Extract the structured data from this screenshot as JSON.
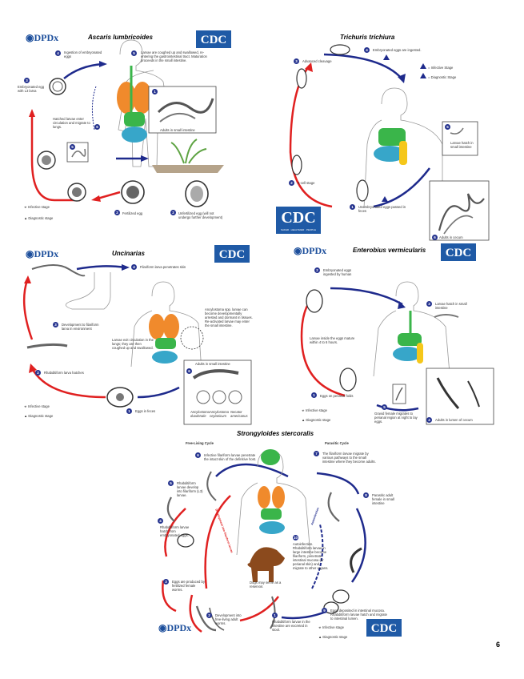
{
  "page_number": "6",
  "brand": {
    "dpdx": "DPDx",
    "cdc": "CDC",
    "cdc_tag": "SAFER · HEALTHIER · PEOPLE"
  },
  "legend": {
    "infective": "Infective stage",
    "diagnostic": "Diagnostic stage",
    "infective_eq": "= Infective Stage",
    "diagnostic_eq": "= Diagnostic Stage"
  },
  "ascaris": {
    "title": "Ascaris lumbricoides",
    "s4": "Ingestion of embryonated eggs",
    "s5": "Larvae are coughed up and swallowed, re-entering the gastrointestinal tract. Maturation proceeds in the small intestine.",
    "s3": "Embryonated egg with L3 larva",
    "s6": "Hatched larvae enter circulation and migrate to lungs.",
    "s1": "Adults in small intestine",
    "s2": "Fertilized egg",
    "s2u": "Unfertilized egg (will not undergo further development)"
  },
  "trichuris": {
    "title": "Trichuris trichiura",
    "s4": "Embryonated eggs are ingested.",
    "s3": "Advanced cleavage",
    "s5": "Larvae hatch in small intestine",
    "s2": "2-cell stage",
    "s1": "Unembryonated eggs passed in feces",
    "s6": "Adults in cecum"
  },
  "uncinarias": {
    "title": "Uncinarias",
    "s4": "Filariform larva penetrates skin",
    "s3": "Development to filariform larva in environment",
    "s5": "Larvae exit circulation in the lungs; they are then coughed up and swallowed.",
    "note": "Ancylostoma spp. larvae can become developmentally arrested and dormant in tissues. Re-activated larvae may enter the small intestine.",
    "s6": "Adults in small intestine",
    "s2": "Rhabditiform larva hatches",
    "s1": "Eggs in feces",
    "sp1": "Ancylostoma duodenale",
    "sp2": "Ancylostoma ceylanicum",
    "sp3": "Necator americanus"
  },
  "enterobius": {
    "title": "Enterobius vermicularis",
    "s2": "Embryonated eggs ingested by human",
    "s3": "Larvae hatch in small intestine",
    "s6": "Larvae inside the eggs mature within 4 to 6 hours.",
    "s1": "Eggs on perianal folds",
    "s5": "Gravid female migrates to perianal region at night to lay eggs.",
    "s4": "Adults in lumen of cecum"
  },
  "strongyloides": {
    "title": "Strongyloides stercoralis",
    "free": "Free-Living Cycle",
    "parasitic": "Parasitic Cycle",
    "s6": "Infective filariform larvae penetrate the intact skin of the definitive host.",
    "s7": "The filariform larvae migrate by various pathways to the small intestine where they become adults.",
    "s5": "Rhabditiform larvae develop into filariform (L3) larvae.",
    "s8": "Parasitic adult female in small intestine",
    "s4": "Rhabditiform larvae hatch from embryonated eggs.",
    "s10": "Autoinfection. Rhabditiform larvae in large intestine become filariform, penetrate intestinal mucosa (or perianal skin) and migrate to other organs.",
    "dog": "Dogs may serve as a reservoir.",
    "s3": "Eggs are produced by fertilized female worms.",
    "s9": "Eggs deposited in intestinal mucosa. Rhabditiform larvae hatch and migrate to intestinal lumen.",
    "s2": "Development into free-living adult worms.",
    "s1": "Rhabditiform larvae in the intestine are excreted in stool.",
    "arrow1": "Development into filariform larvae",
    "arrow2": "Autoinfection"
  }
}
